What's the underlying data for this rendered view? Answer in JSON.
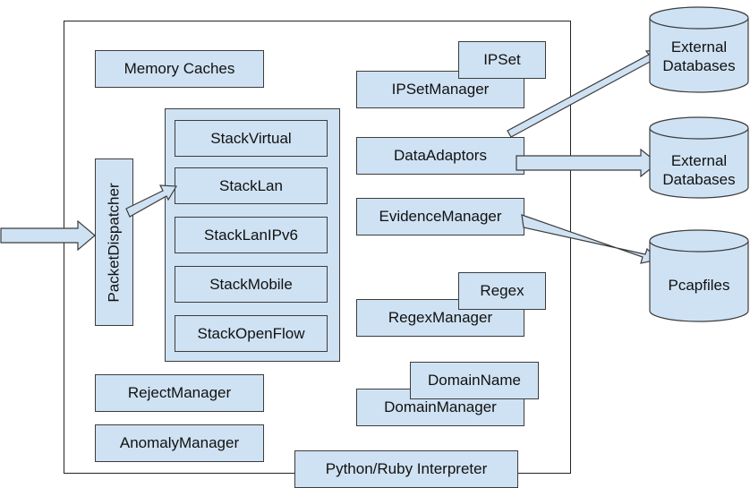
{
  "boxes": {
    "memory_caches": "Memory Caches",
    "packet_dispatcher": "PacketDispatcher",
    "stack_virtual": "StackVirtual",
    "stack_lan": "StackLan",
    "stack_lan_ipv6": "StackLanIPv6",
    "stack_mobile": "StackMobile",
    "stack_openflow": "StackOpenFlow",
    "reject_manager": "RejectManager",
    "anomaly_manager": "AnomalyManager",
    "ipset": "IPSet",
    "ipset_manager": "IPSetManager",
    "data_adaptors": "DataAdaptors",
    "evidence_manager": "EvidenceManager",
    "regex": "Regex",
    "regex_manager": "RegexManager",
    "domain_name": "DomainName",
    "domain_manager": "DomainManager",
    "interpreter": "Python/Ruby Interpreter"
  },
  "stores": {
    "external_db_1_line1": "External",
    "external_db_1_line2": "Databases",
    "external_db_2_line1": "External",
    "external_db_2_line2": "Databases",
    "pcapfiles": "Pcapfiles"
  },
  "colors": {
    "fill": "#cfe2f3",
    "stroke": "#3c3c3c"
  }
}
